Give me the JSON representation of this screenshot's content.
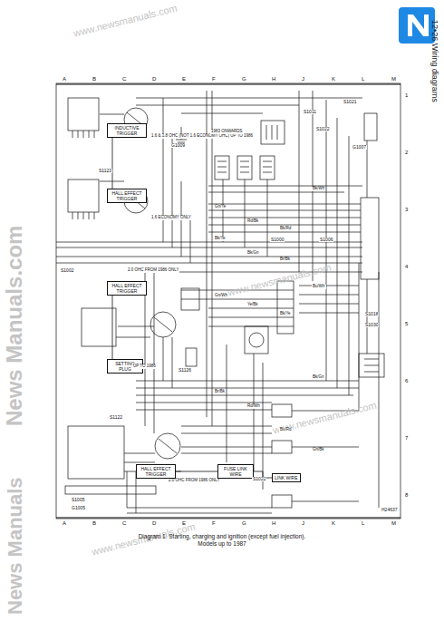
{
  "diagram": {
    "caption": "Diagram 1. Starting, charging and ignition (except fuel injection). Models up to 1987",
    "nodes": [
      {
        "text": [
          "INDUCTIVE TRIGGER"
        ]
      },
      {
        "text": [
          "HALL EFFECT TRIGGER"
        ]
      },
      {
        "text": [
          "HALL EFFECT TRIGGER"
        ]
      },
      {
        "text": [
          "SETTING PLUG"
        ]
      },
      {
        "text": [
          "HALL EFFECT TRIGGER"
        ]
      },
      {
        "text": [
          "FUSE LINK WIRE"
        ]
      },
      {
        "text": [
          "LINK WIRE"
        ]
      }
    ],
    "edges": [
      {
        "from": 0,
        "to": 1,
        "arrow": "none"
      },
      {
        "from": 2,
        "to": 3,
        "arrow": "none"
      },
      {
        "from": 4,
        "to": 5,
        "arrow": "none"
      },
      {
        "from": 5,
        "to": 6,
        "arrow": "none"
      }
    ],
    "labels": [
      "A",
      "B",
      "C",
      "D",
      "E",
      "F",
      "G",
      "H",
      "J",
      "K",
      "L",
      "M",
      "A",
      "B",
      "C",
      "D",
      "E",
      "F",
      "G",
      "H",
      "J",
      "K",
      "L",
      "M",
      "1",
      "2",
      "3",
      "4",
      "5",
      "6",
      "7",
      "8",
      "12•26 Wiring diagrams",
      "www.newsmanuals.com",
      "www.newsmanuals.com",
      "www.newsmanuals.com",
      "www.newsmanuals.com",
      "News Manuals.com",
      "News Manuals",
      "1.6 & 1.8 OHC (NOT 1.6 ECONOMY OHC) UP TO 1986",
      "1.6 ECONOMY ONLY",
      "2.0 OHC FROM 1986 ONLY",
      "2.0 OHC FROM 1986 ONLY",
      "UP TO 1986",
      "1983 ONWARDS",
      "S1011",
      "G1007",
      "S1021",
      "S1022",
      "G1009",
      "S1000",
      "S1006",
      "S1002",
      "S1123",
      "S1122",
      "S1018",
      "S1030",
      "S1005",
      "G1005",
      "S1126",
      "S1022",
      "Bk/Ye",
      "Bk/Gn",
      "Br/Bk",
      "Bk/Wh",
      "Gn/Ye",
      "Rd/Bk",
      "Bk/Rd",
      "Bu/Wh",
      "Gn/Wh",
      "Ye/Bk",
      "Bk/Ye",
      "Bk/Gn",
      "Br/Bk",
      "Rd/Wh",
      "Bu/Rd",
      "Gn/Bk",
      "H24637"
    ]
  }
}
